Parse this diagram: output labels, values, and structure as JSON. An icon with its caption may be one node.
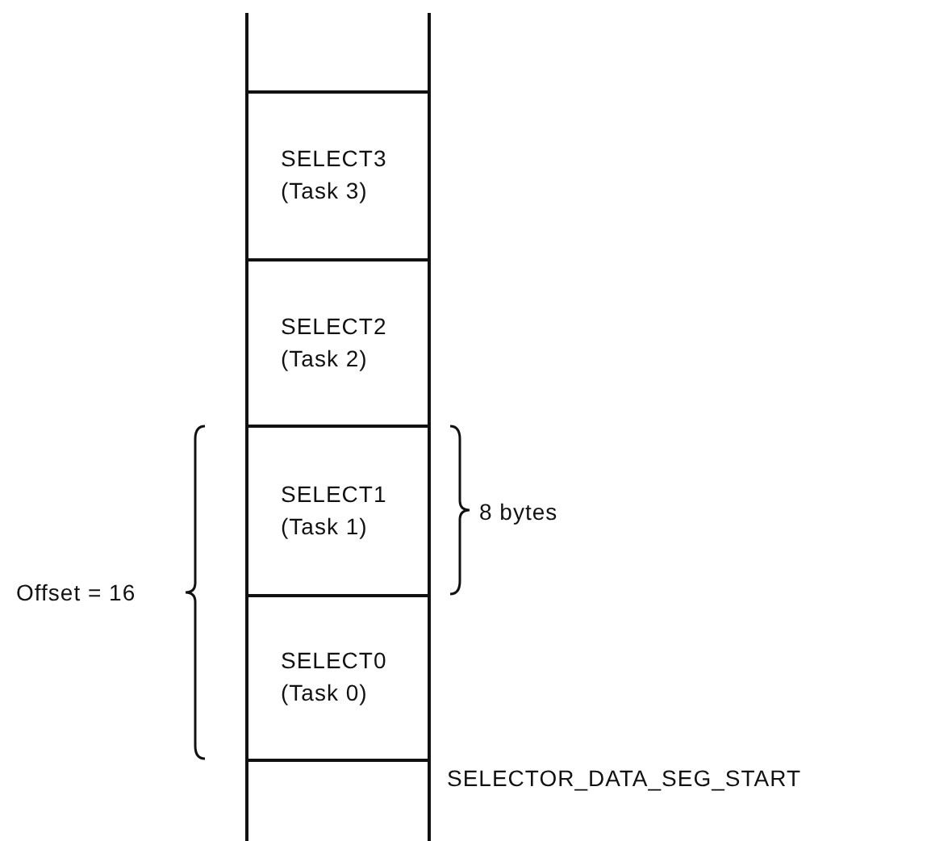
{
  "diagram": {
    "nodes": [
      {
        "text": [],
        "shape": "box"
      },
      {
        "text": [
          "SELECT3",
          "(Task 3)"
        ]
      },
      {
        "text": [
          "SELECT2",
          "(Task 2)"
        ]
      },
      {
        "text": [
          "SELECT1",
          "(Task 1)"
        ]
      },
      {
        "text": [
          "SELECT0",
          "(Task 0)"
        ]
      },
      {
        "text": [],
        "shape": "box"
      }
    ],
    "edges": [],
    "labels": [
      "8 bytes",
      "Offset = 16",
      "SELECTOR_DATA_SEG_START"
    ]
  }
}
